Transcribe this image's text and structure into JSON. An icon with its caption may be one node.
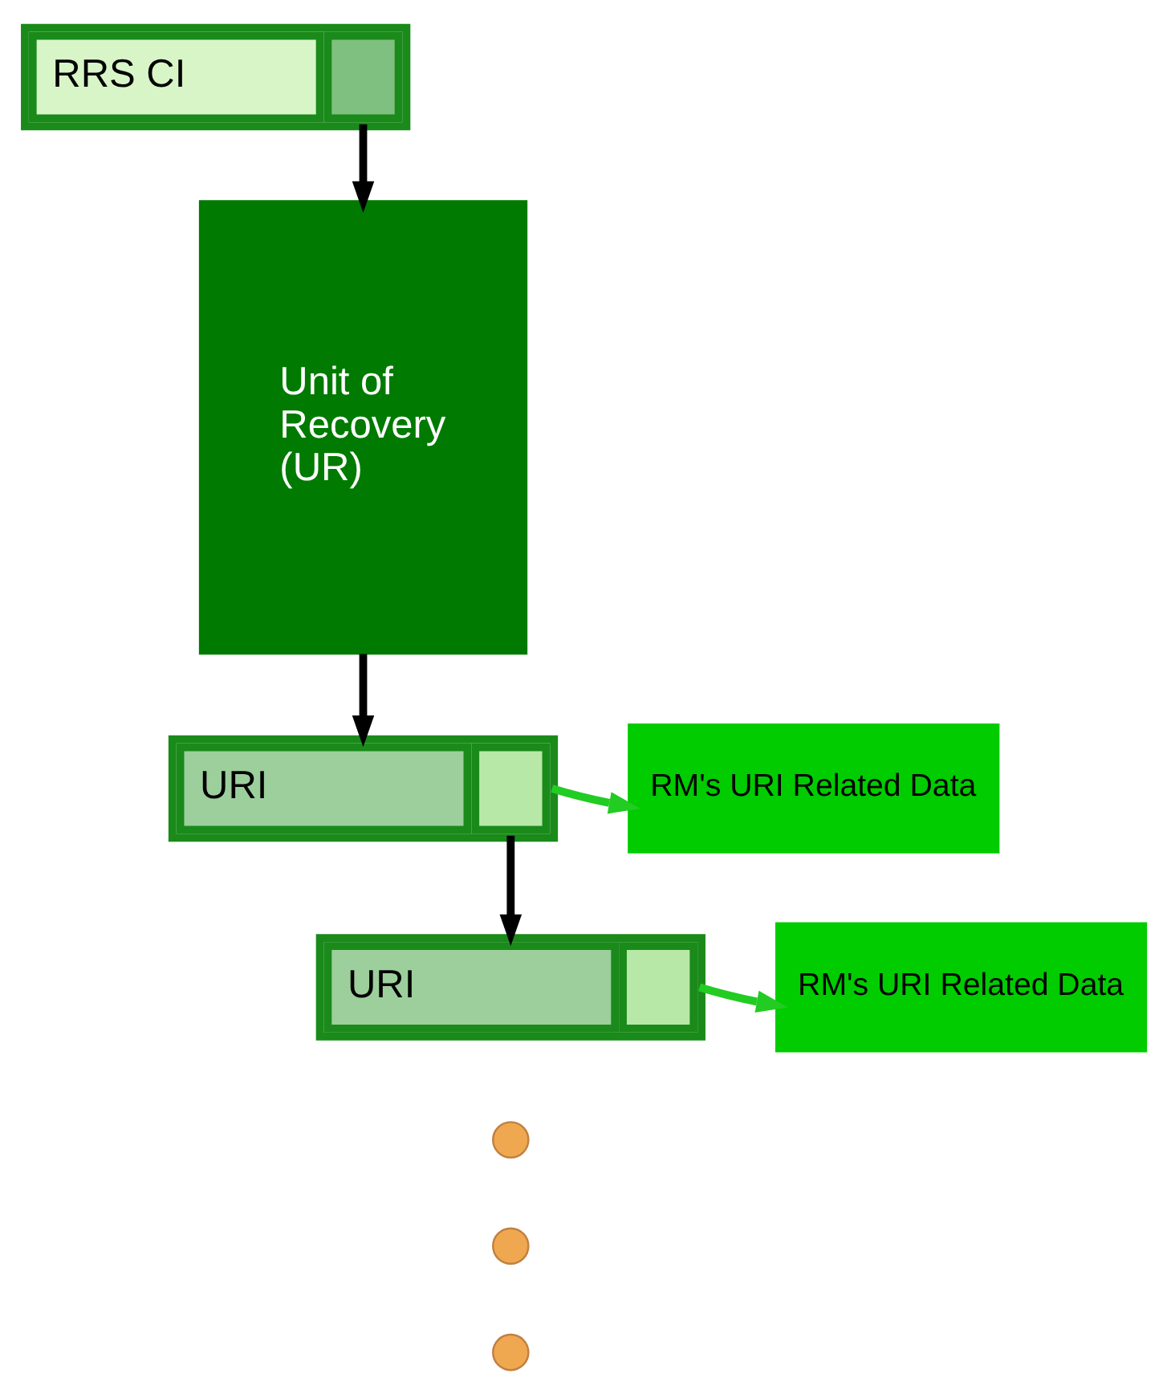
{
  "diagram": {
    "nodes": [
      {
        "text": [
          "RRS CI"
        ]
      },
      {
        "text": [
          "Unit of Recovery (UR)"
        ]
      },
      {
        "text": [
          "URI"
        ]
      },
      {
        "text": [
          "RM's URI Related Data"
        ]
      },
      {
        "text": [
          "URI"
        ]
      },
      {
        "text": [
          "RM's URI Related Data"
        ]
      },
      {
        "text": [],
        "shape": "circle"
      },
      {
        "text": [],
        "shape": "circle"
      },
      {
        "text": [],
        "shape": "circle"
      }
    ],
    "edges": [
      {
        "from": 0,
        "to": 1,
        "arrow": "to"
      },
      {
        "from": 1,
        "to": 2,
        "arrow": "to"
      },
      {
        "from": 2,
        "to": 3,
        "arrow": "to",
        "color": "#22cc22"
      },
      {
        "from": 2,
        "to": 4,
        "arrow": "to"
      },
      {
        "from": 4,
        "to": 5,
        "arrow": "to",
        "color": "#22cc22"
      }
    ]
  }
}
